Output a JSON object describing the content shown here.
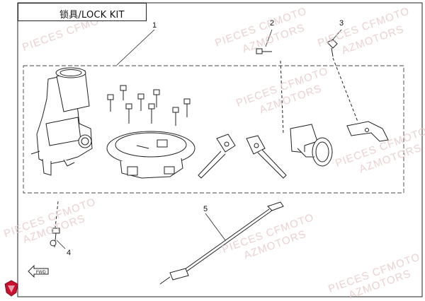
{
  "title": "锁具/LOCK KIT",
  "callouts": [
    "1",
    "2",
    "3",
    "4",
    "5"
  ],
  "watermark": {
    "line1": "PIECES CFMOTO",
    "line2": "AZMOTORS"
  },
  "fwd_label": "FWD",
  "icons": {
    "logo": "red-shield-logo",
    "fwd": "forward-arrow-icon"
  },
  "colors": {
    "line": "#222222",
    "watermark": "#e8c9c9",
    "logo": "#c8102e"
  }
}
